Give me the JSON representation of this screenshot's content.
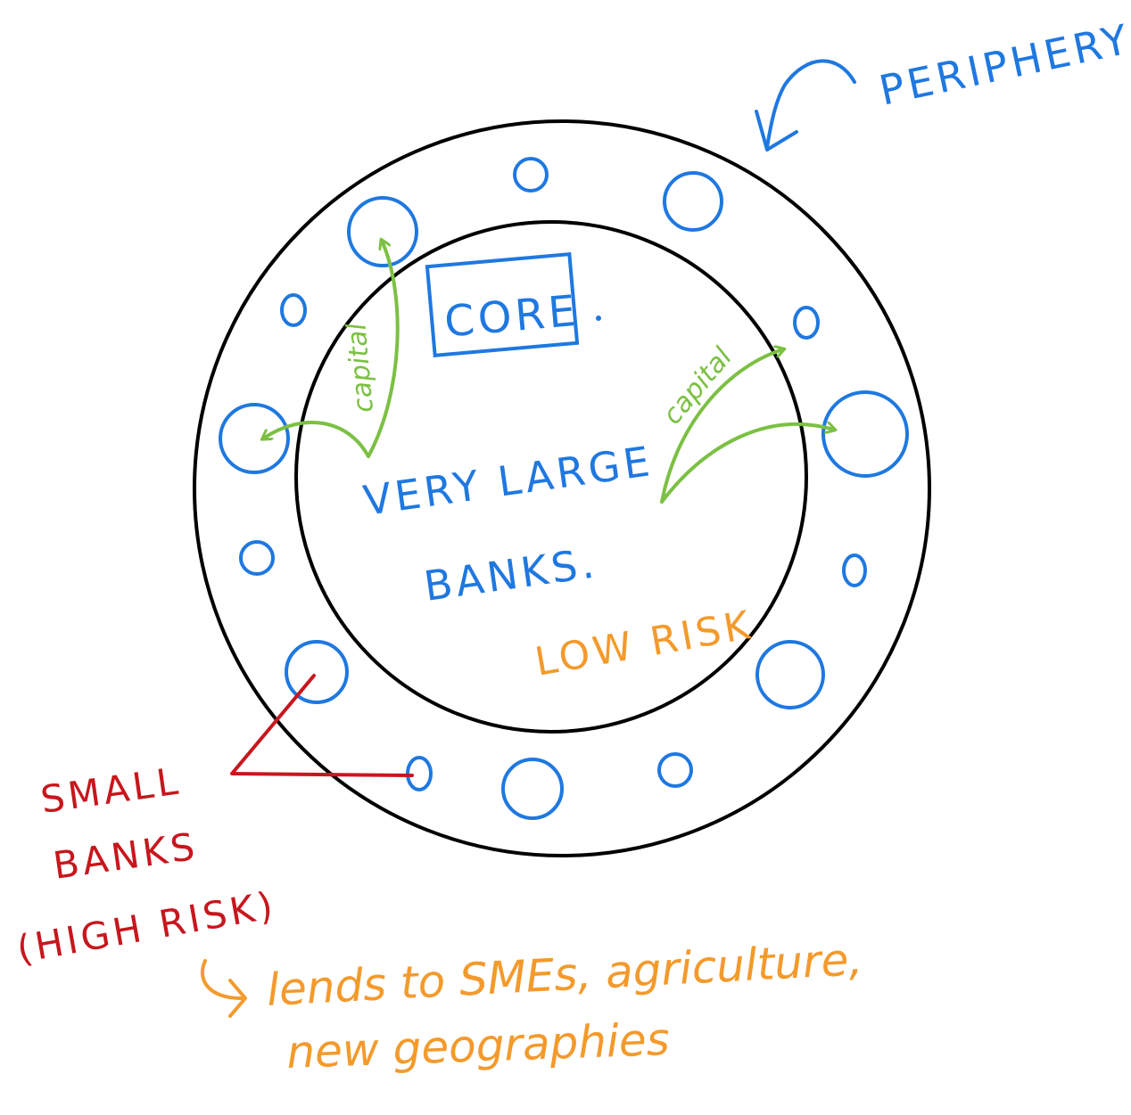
{
  "labels": {
    "periphery": "PERIPHERY",
    "core": "CORE",
    "very_large": "VERY LARGE",
    "banks": "BANKS.",
    "low_risk": "LOW RISK",
    "capital_left": "capital",
    "capital_right": "capital",
    "small_line1": "SMALL",
    "small_line2": "BANKS",
    "small_line3": "(HIGH RISK)",
    "lends_line1": "lends to SMEs, agriculture,",
    "lends_line2": "new geographies"
  },
  "colors": {
    "ring": "#000000",
    "blue": "#1f78e0",
    "green": "#7bc043",
    "red": "#c8161d",
    "orange": "#f39a2c"
  }
}
